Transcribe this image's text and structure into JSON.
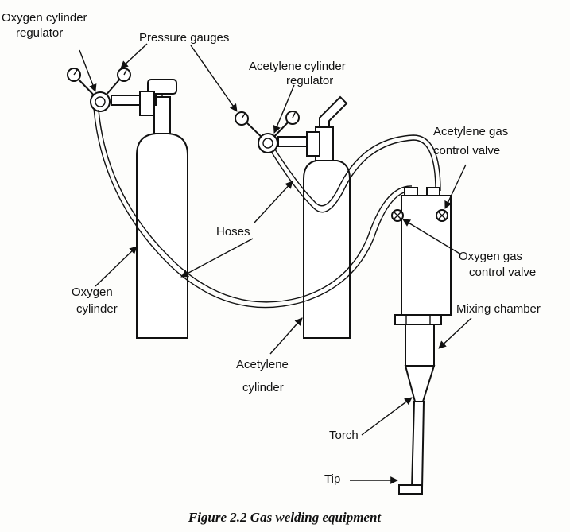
{
  "labels": {
    "oxygen_regulator_line1": "Oxygen cylinder",
    "oxygen_regulator_line2": "regulator",
    "pressure_gauges": "Pressure gauges",
    "acetylene_regulator_line1": "Acetylene cylinder",
    "acetylene_regulator_line2": "regulator",
    "acetylene_valve_line1": "Acetylene gas",
    "acetylene_valve_line2": "control  valve",
    "hoses": "Hoses",
    "oxygen_valve_line1": "Oxygen gas",
    "oxygen_valve_line2": "control valve",
    "oxygen_cylinder_line1": "Oxygen",
    "oxygen_cylinder_line2": "cylinder",
    "mixing_chamber": "Mixing chamber",
    "acetylene_cylinder_line1": "Acetylene",
    "acetylene_cylinder_line2": "cylinder",
    "torch": "Torch",
    "tip": "Tip"
  },
  "caption": "Figure 2.2 Gas welding equipment"
}
